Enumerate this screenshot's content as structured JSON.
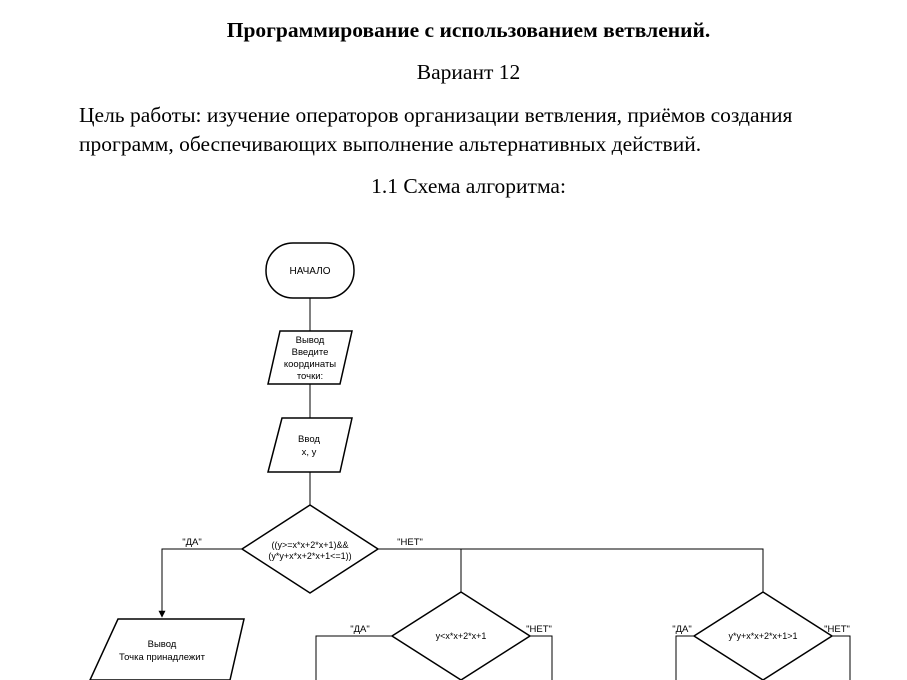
{
  "document": {
    "title": "Программирование с использованием ветвлений.",
    "variant": "Вариант 12",
    "goal_line1": "Цель работы: изучение операторов организации ветвления, приёмов создания",
    "goal_line2": "программ, обеспечивающих выполнение альтернативных действий.",
    "section_heading": "1.1 Схема алгоритма:"
  },
  "flowchart": {
    "start": "НАЧАЛО",
    "output1_lines": [
      "Вывод",
      "Введите",
      "координаты",
      "точки:"
    ],
    "input_lines": [
      "Ввод",
      "x, y"
    ],
    "decision1_lines": [
      "((y>=x*x+2*x+1)&&",
      "(y*y+x*x+2*x+1<=1))"
    ],
    "decision1_yes": "\"ДА\"",
    "decision1_no": "\"НЕТ\"",
    "output2_lines": [
      "Вывод",
      "Точка принадлежит"
    ],
    "decision2": "y<x*x+2*x+1",
    "decision2_yes": "\"ДА\"",
    "decision2_no": "\"НЕТ\"",
    "decision3": "y*y+x*x+2*x+1>1",
    "decision3_yes": "\"ДА\"",
    "decision3_no": "\"НЕТ\""
  }
}
